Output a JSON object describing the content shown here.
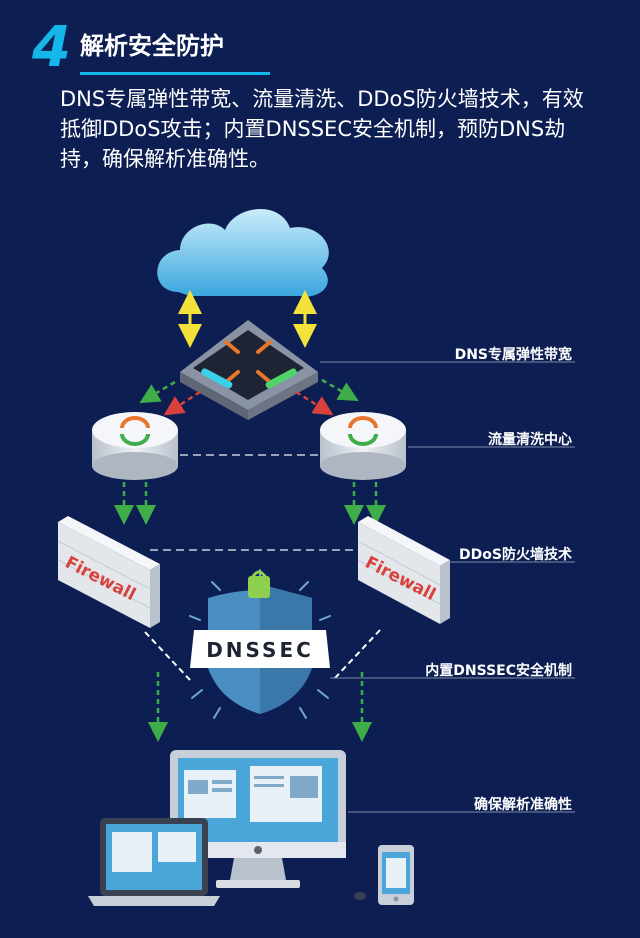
{
  "section": {
    "number": "4",
    "title": "解析安全防护",
    "description": "DNS专属弹性带宽、流量清洗、DDoS防火墙技术，有效抵御DDoS攻击；内置DNSSEC安全机制，预防DNS劫持，确保解析准确性。"
  },
  "labels": {
    "bandwidth": "DNS专属弹性带宽",
    "cleaning": "流量清洗中心",
    "firewall": "DDoS防火墙技术",
    "dnssec": "内置DNSSEC安全机制",
    "accuracy": "确保解析准确性"
  },
  "graphics": {
    "firewall_text": "Firewall",
    "dnssec_text": "DNSSEC"
  },
  "colors": {
    "background": "#0d1e52",
    "accent": "#13b7ea",
    "cloud": "#4ab8e6",
    "arrow_yellow": "#f2e23a",
    "arrow_green": "#3fae49",
    "arrow_red": "#d9413c"
  }
}
